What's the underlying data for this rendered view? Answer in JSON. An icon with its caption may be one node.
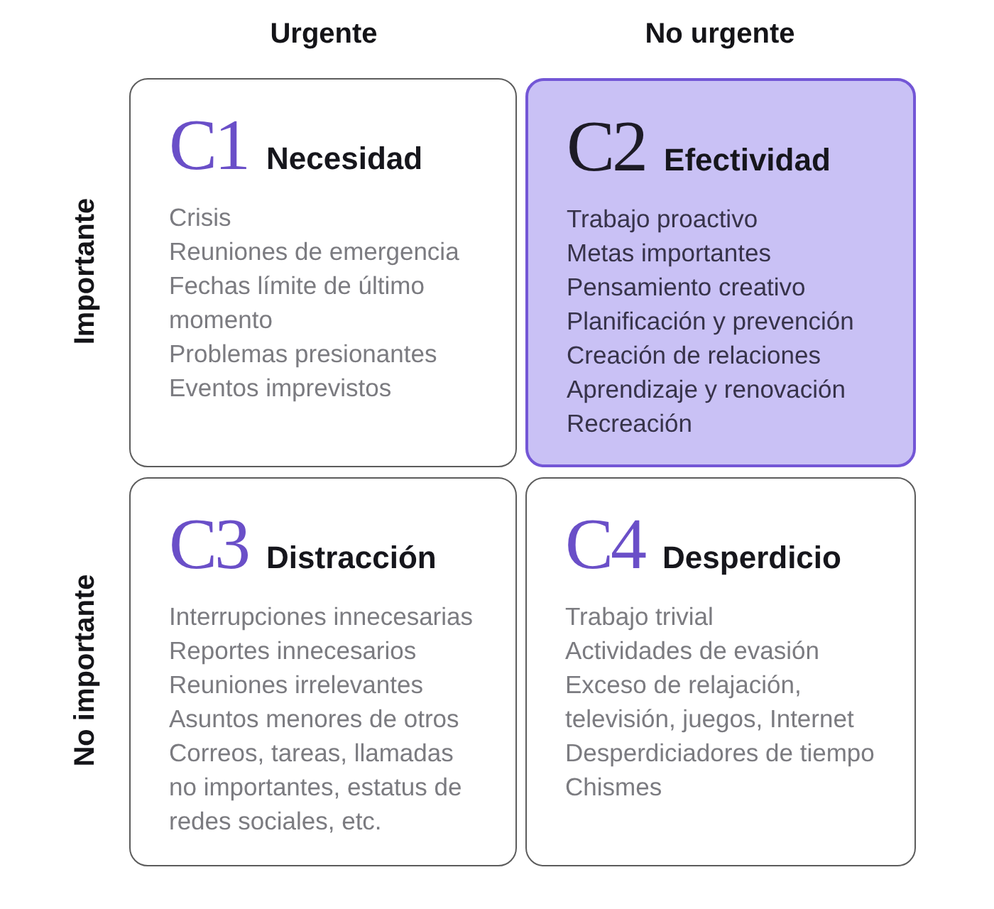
{
  "diagram": {
    "nodes": [
      {
        "text": [
          "C1",
          "Necesidad",
          "Crisis",
          "Reuniones de emergencia",
          "Fechas límite de último momento",
          "Problemas presionantes",
          "Eventos imprevistos"
        ]
      },
      {
        "text": [
          "C2",
          "Efectividad",
          "Trabajo proactivo",
          "Metas importantes",
          "Pensamiento creativo",
          "Planificación y prevención",
          "Creación de relaciones",
          "Aprendizaje y renovación",
          "Recreación"
        ]
      },
      {
        "text": [
          "C3",
          "Distracción",
          "Interrupciones innecesarias",
          "Reportes innecesarios",
          "Reuniones irrelevantes",
          "Asuntos menores de otros",
          "Correos, tareas, llamadas no importantes, estatus de redes sociales, etc."
        ]
      },
      {
        "text": [
          "C4",
          "Desperdicio",
          "Trabajo trivial",
          "Actividades de evasión",
          "Exceso de relajación, televisión, juegos, Internet",
          "Desperdiciadores de tiempo",
          "Chismes"
        ]
      }
    ],
    "labels": [
      "Urgente",
      "No urgente",
      "Importante",
      "No importante"
    ]
  }
}
